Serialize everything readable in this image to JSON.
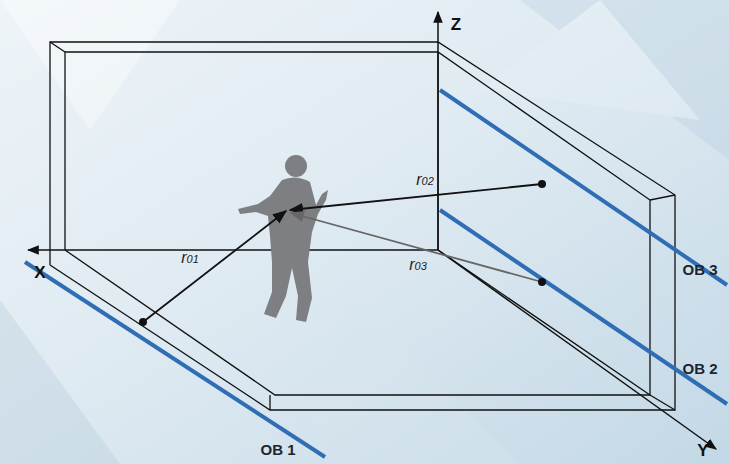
{
  "diagram": {
    "labels": [
      "Z",
      "X",
      "Y",
      "OB 1",
      "OB 2",
      "OB 3",
      "r01",
      "r02",
      "r03"
    ]
  }
}
